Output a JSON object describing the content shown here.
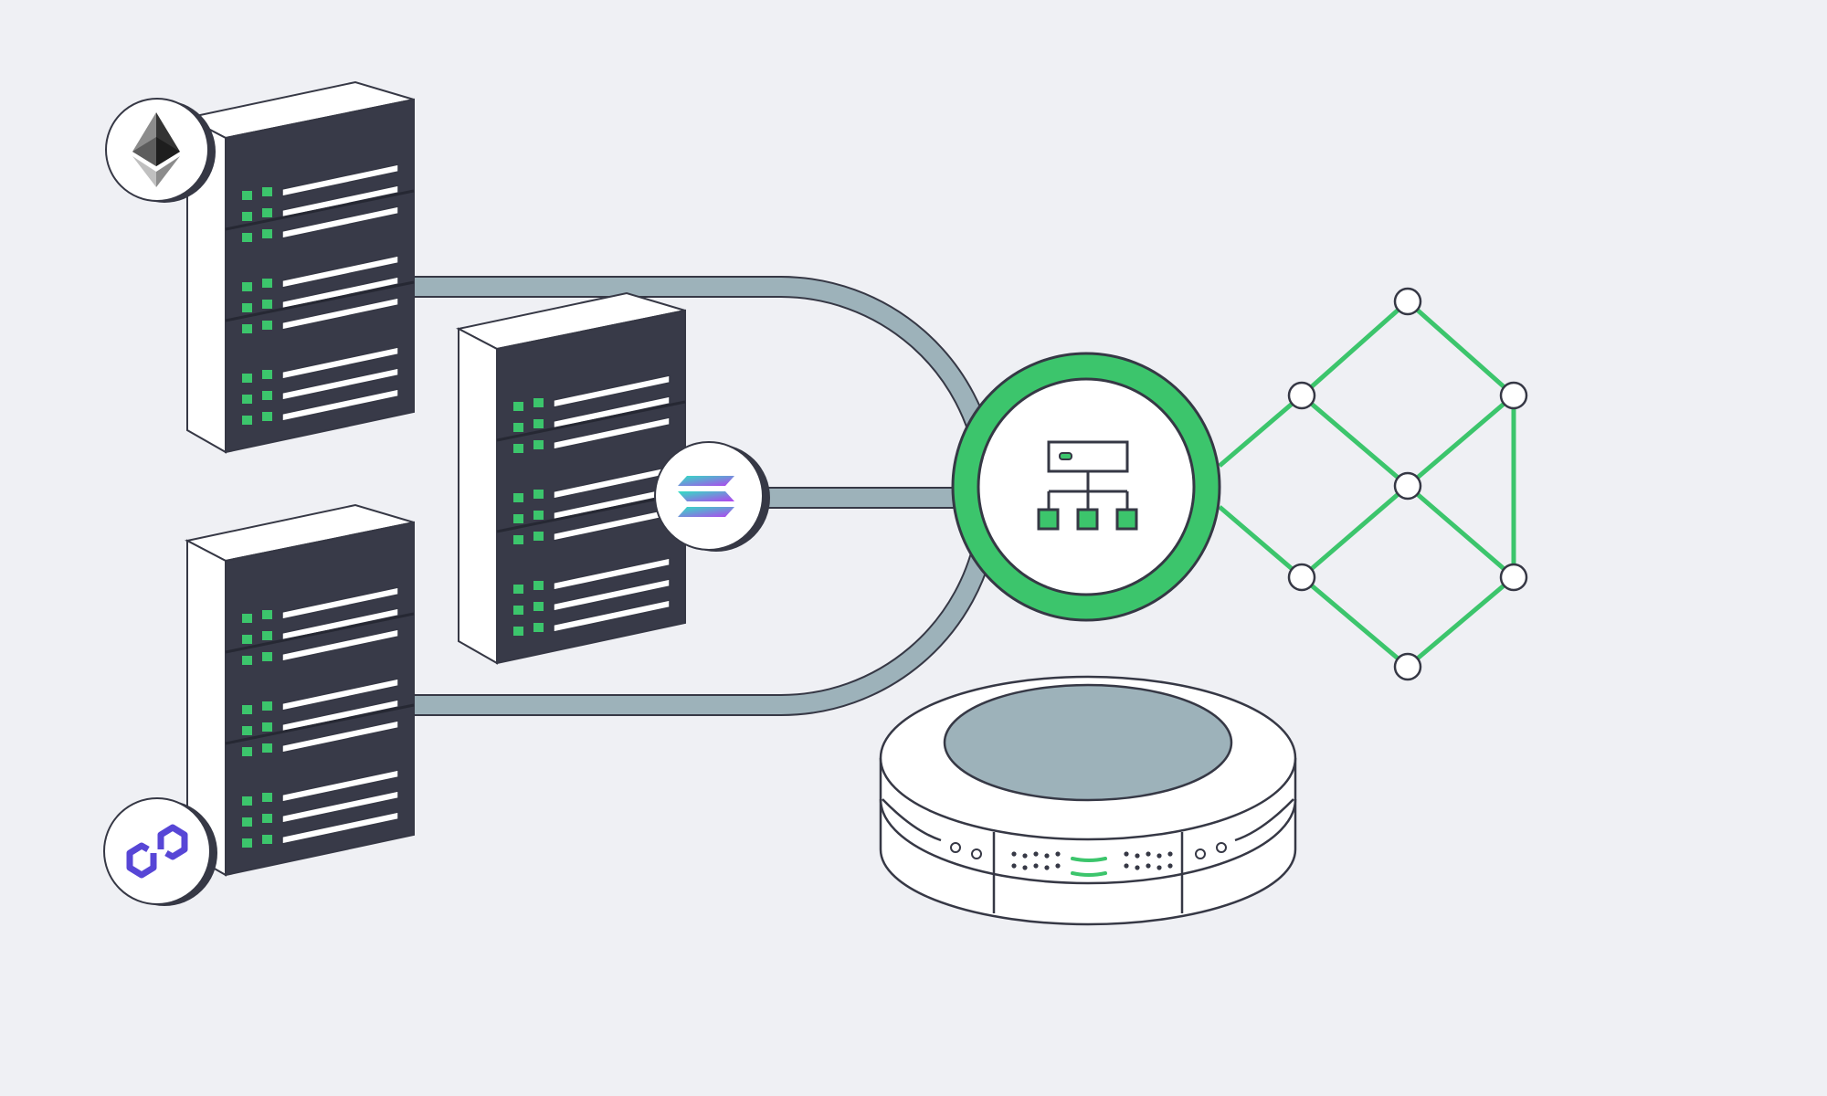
{
  "colors": {
    "background": "#eff0f4",
    "outline": "#363845",
    "server_face": "#383a48",
    "green": "#3cc56c",
    "pipe": "#9db2ba",
    "white": "#ffffff",
    "polygon": "#5746d6",
    "eth_dark": "#343434",
    "eth_mid": "#8c8c8c",
    "eth_light": "#c0c0c0",
    "sol_start": "#2fe1c3",
    "sol_end": "#b442f0"
  },
  "servers": [
    {
      "name": "server-ethereum",
      "badge": "ethereum-logo-icon"
    },
    {
      "name": "server-solana",
      "badge": "solana-logo-icon"
    },
    {
      "name": "server-polygon",
      "badge": "polygon-logo-icon"
    }
  ],
  "hub": {
    "icon": "hierarchy-icon"
  },
  "network": {
    "icon": "node-network-icon",
    "node_count": 7
  },
  "storage": {
    "icon": "storage-device-icon"
  }
}
